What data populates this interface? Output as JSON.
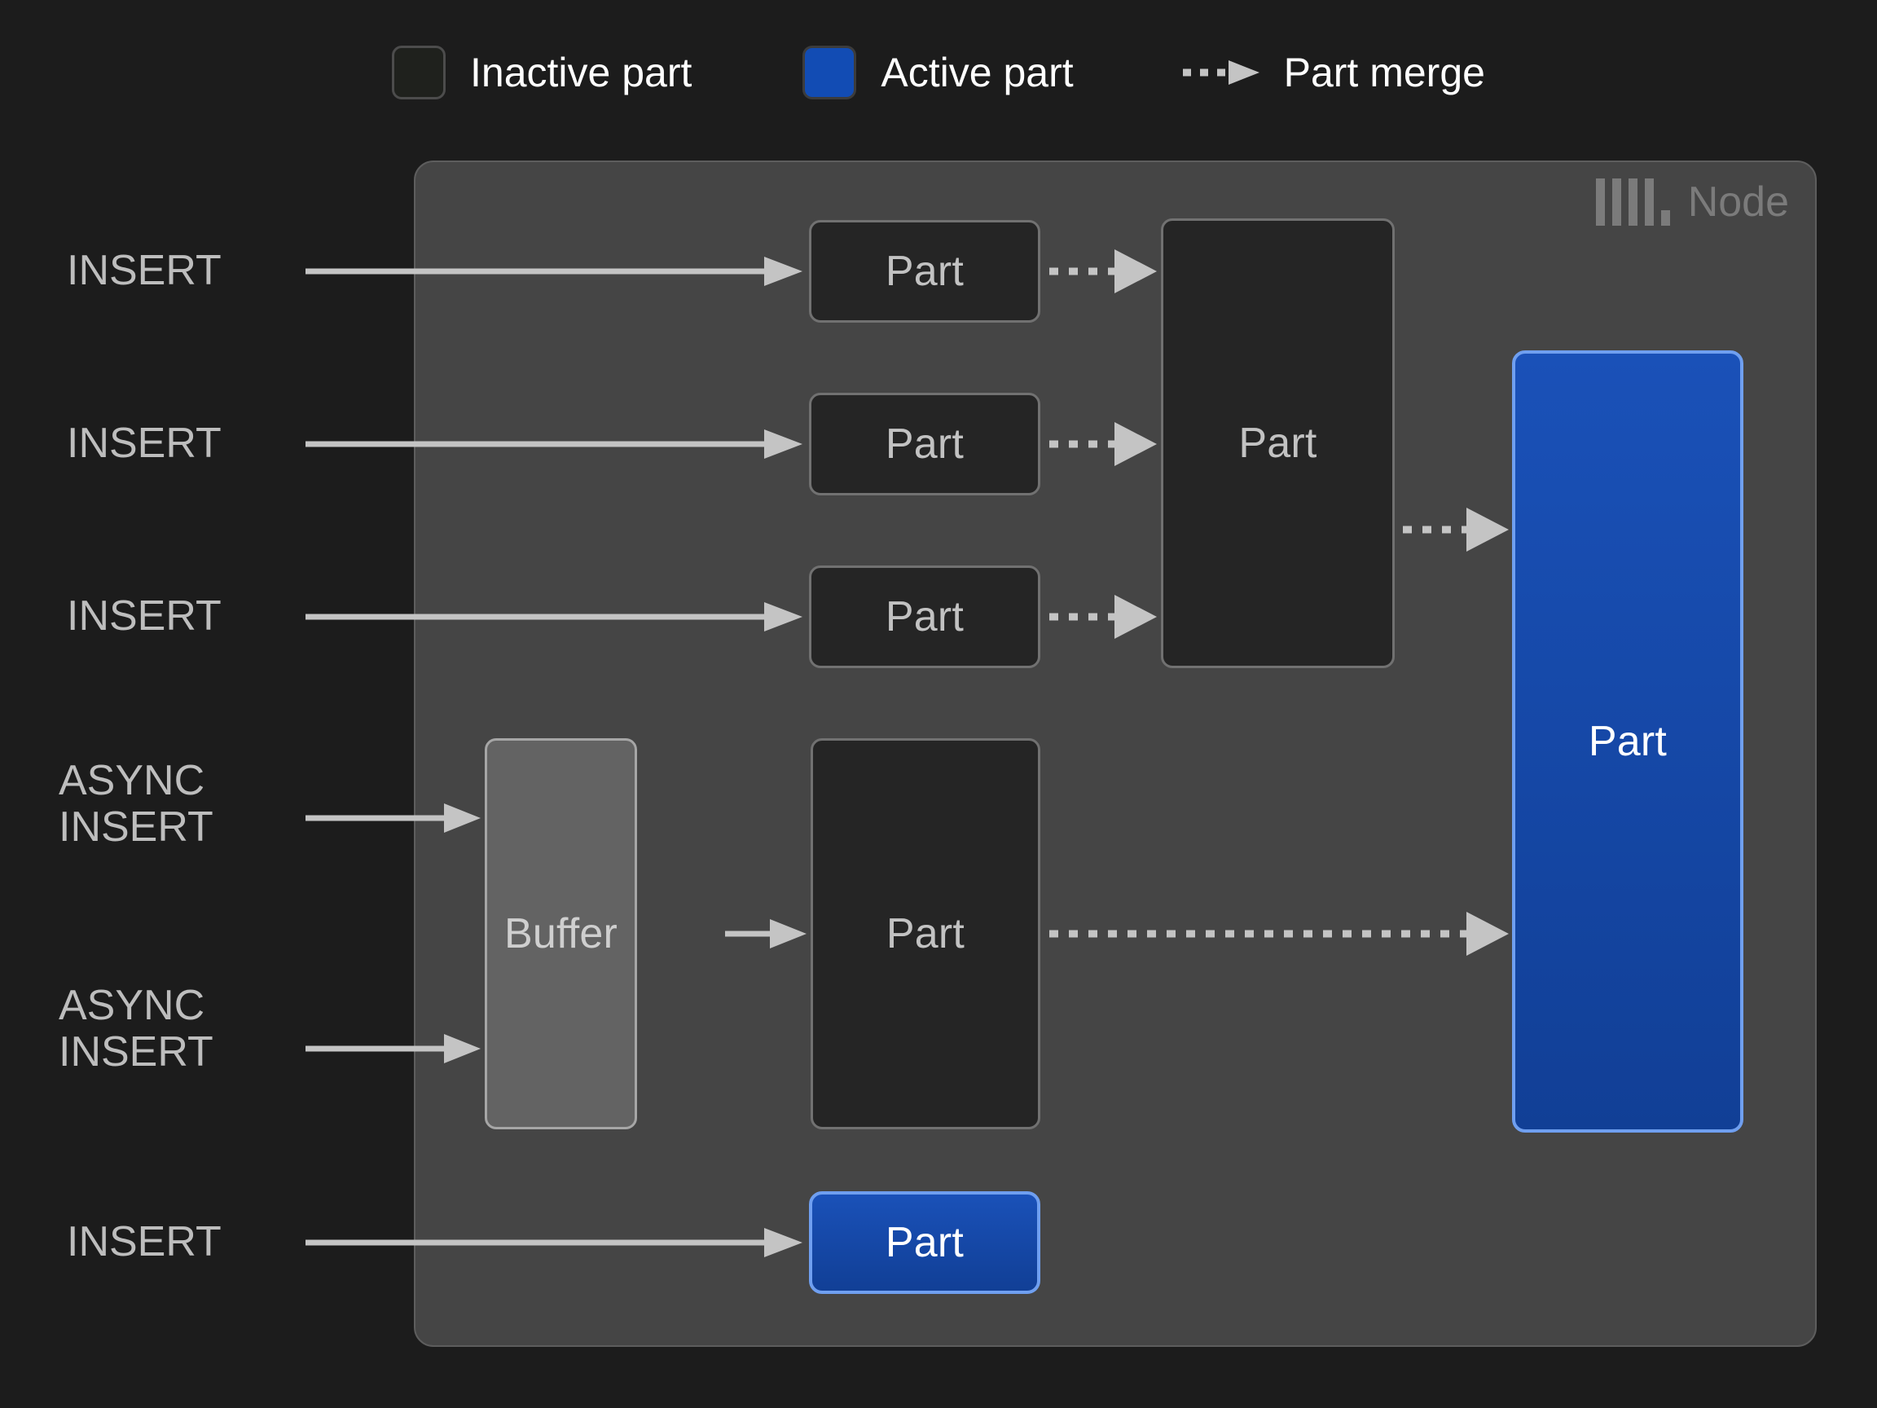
{
  "legend": {
    "items": [
      {
        "key": "inactive",
        "label": "Inactive part",
        "icon": "inactive-part-swatch",
        "color": "#1f211d"
      },
      {
        "key": "active",
        "label": "Active part",
        "icon": "active-part-swatch",
        "color": "#124cb4"
      },
      {
        "key": "merge",
        "label": "Part merge",
        "icon": "dashed-arrow-icon",
        "color": "#c4c4c4"
      }
    ]
  },
  "node": {
    "label": "Node",
    "logo": "clickhouse-logo-icon"
  },
  "sources": [
    {
      "id": "insert-1",
      "label": "INSERT"
    },
    {
      "id": "insert-2",
      "label": "INSERT"
    },
    {
      "id": "insert-3",
      "label": "INSERT"
    },
    {
      "id": "async-insert-1",
      "label": "ASYNC\nINSERT"
    },
    {
      "id": "async-insert-2",
      "label": "ASYNC\nINSERT"
    },
    {
      "id": "insert-4",
      "label": "INSERT"
    }
  ],
  "boxes": {
    "part_row_1": "Part",
    "part_row_2": "Part",
    "part_row_3": "Part",
    "merged_part": "Part",
    "buffer": "Buffer",
    "buffer_part": "Part",
    "final_part": "Part",
    "insert_part": "Part"
  },
  "colors": {
    "page_background": "#1c1c1c",
    "node_background": "#454545",
    "node_border": "#5d5d5d",
    "inactive_fill": "#252525",
    "inactive_border": "#717171",
    "buffer_fill": "#636363",
    "buffer_border": "#a6a6a6",
    "active_fill": "#124cb4",
    "active_border": "#6f9ff0",
    "arrow": "#c4c4c4",
    "text_muted": "#bdbdbd",
    "node_label": "#7b7b7b"
  }
}
